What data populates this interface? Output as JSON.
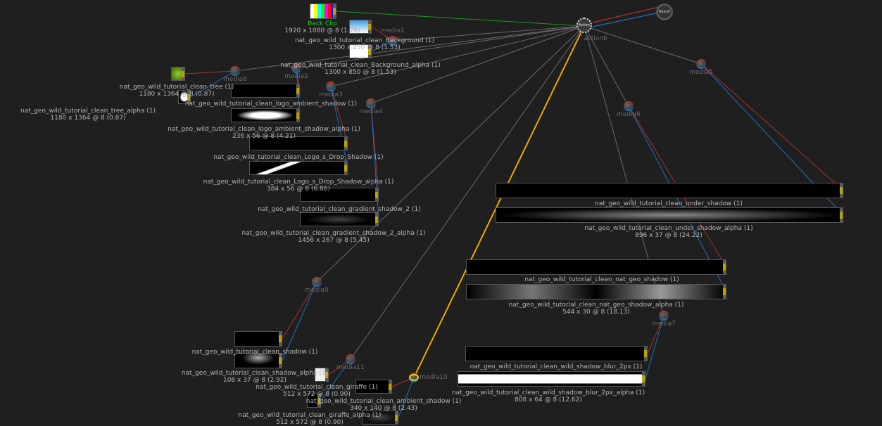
{
  "colors": {
    "front": "#b0302a",
    "matte": "#1e6fc8",
    "link": "#6a6a6a",
    "back": "#1a9a1a",
    "highlight": "#f0a800"
  },
  "action": {
    "name": "action6",
    "icon_text": "Action"
  },
  "output": {
    "icon_text": "Result"
  },
  "media": [
    {
      "id": "media1",
      "label": "media1"
    },
    {
      "id": "media2",
      "label": "media2"
    },
    {
      "id": "media3",
      "label": "media3"
    },
    {
      "id": "media4",
      "label": "media4"
    },
    {
      "id": "media5",
      "label": "media5"
    },
    {
      "id": "media6",
      "label": "media6"
    },
    {
      "id": "media7",
      "label": "media7"
    },
    {
      "id": "media8",
      "label": "media8"
    },
    {
      "id": "media9",
      "label": "media9"
    },
    {
      "id": "media10",
      "label": "media10"
    },
    {
      "id": "media11",
      "label": "media11"
    }
  ],
  "clips": [
    {
      "id": "backclip",
      "name": "Back Clip",
      "size": "1920 x 1080 @ 8 (1.78)"
    },
    {
      "id": "bg",
      "name": "nat_geo_wild_tutorial_clean_Background (1)",
      "size": "1300 x 850 @ 8 (1.53)"
    },
    {
      "id": "bga",
      "name": "nat_geo_wild_tutorial_clean_Background_alpha (1)",
      "size": "1300 x 850 @ 8 (1.53)"
    },
    {
      "id": "tree",
      "name": "nat_geo_wild_tutorial_clean_tree (1)",
      "size": "1180 x 1364 @ 8 (0.87)"
    },
    {
      "id": "treea",
      "name": "nat_geo_wild_tutorial_clean_tree_alpha (1)",
      "size": "1180 x 1364 @ 8 (0.87)"
    },
    {
      "id": "las",
      "name": "nat_geo_wild_tutorial_clean_logo_ambient_shadow (1)",
      "size": ""
    },
    {
      "id": "lasa",
      "name": "nat_geo_wild_tutorial_clean_logo_ambient_shadow_alpha (1)",
      "size": "236 x 56 @ 8 (4.21)"
    },
    {
      "id": "lds",
      "name": "nat_geo_wild_tutorial_clean_Logo_s_Drop_Shadow (1)",
      "size": ""
    },
    {
      "id": "ldsa",
      "name": "nat_geo_wild_tutorial_clean_Logo_s_Drop_Shadow_alpha (1)",
      "size": "384 x 56 @ 8 (6.86)"
    },
    {
      "id": "gs2",
      "name": "nat_geo_wild_tutorial_clean_gradient_shadow_2 (1)",
      "size": ""
    },
    {
      "id": "gs2a",
      "name": "nat_geo_wild_tutorial_clean_gradient_shadow_2_alpha (1)",
      "size": "1456 x 267 @ 8 (5.45)"
    },
    {
      "id": "us",
      "name": "nat_geo_wild_tutorial_clean_under_shadow (1)",
      "size": ""
    },
    {
      "id": "usa",
      "name": "nat_geo_wild_tutorial_clean_under_shadow_alpha (1)",
      "size": "896 x 37 @ 8 (24.22)"
    },
    {
      "id": "ngs",
      "name": "nat_geo_wild_tutorial_clean_nat_geo_shadow (1)",
      "size": ""
    },
    {
      "id": "ngsa",
      "name": "nat_geo_wild_tutorial_clean_nat_geo_shadow_alpha (1)",
      "size": "544 x 30 @ 8 (18.13)"
    },
    {
      "id": "wsb",
      "name": "nat_geo_wild_tutorial_clean_wild_shadow_blur_2px (1)",
      "size": ""
    },
    {
      "id": "wsba",
      "name": "nat_geo_wild_tutorial_clean_wild_shadow_blur_2px_alpha (1)",
      "size": "808 x 64 @ 8 (12.62)"
    },
    {
      "id": "sh",
      "name": "nat_geo_wild_tutorial_clean_shadow (1)",
      "size": ""
    },
    {
      "id": "sha",
      "name": "nat_geo_wild_tutorial_clean_shadow_alpha (1)",
      "size": "108 x 37 @ 8 (2.92)"
    },
    {
      "id": "gir",
      "name": "nat_geo_wild_tutorial_clean_giraffe (1)",
      "size": "512 x 572 @ 8 (0.90)"
    },
    {
      "id": "amb",
      "name": "nat_geo_wild_tutorial_clean_ambient_shadow (1)",
      "size": "340 x 140 @ 8 (2.43)"
    },
    {
      "id": "gira",
      "name": "nat_geo_wild_tutorial_clean_giraffe_alpha (1)",
      "size": "512 x 572 @ 8 (0.90)"
    },
    {
      "id": "amba",
      "name": "",
      "size": ""
    }
  ]
}
